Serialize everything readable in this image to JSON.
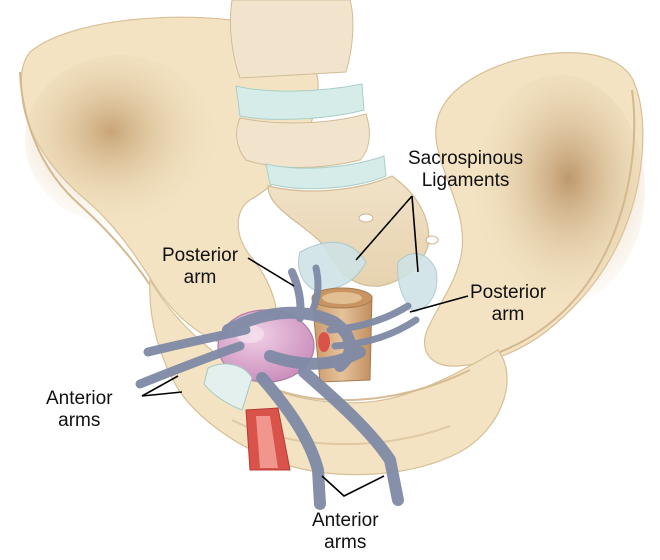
{
  "labels": {
    "sacrospinous": {
      "line1": "Sacrospinous",
      "line2": "Ligaments"
    },
    "posterior_left": {
      "line1": "Posterior",
      "line2": "arm"
    },
    "posterior_right": {
      "line1": "Posterior",
      "line2": "arm"
    },
    "anterior_left": {
      "line1": "Anterior",
      "line2": "arms"
    },
    "anterior_bottom": {
      "line1": "Anterior",
      "line2": "arms"
    }
  },
  "colors": {
    "bone": "#f3e3c2",
    "bone_shadow": "#c9a87a",
    "disc": "#d6ece9",
    "ligament": "#cfe3e6",
    "mesh": "#7f8aa6",
    "bladder": "#dca6cf",
    "rectum": "#d8b187",
    "urethra": "#d9534a",
    "leader": "#000000"
  }
}
